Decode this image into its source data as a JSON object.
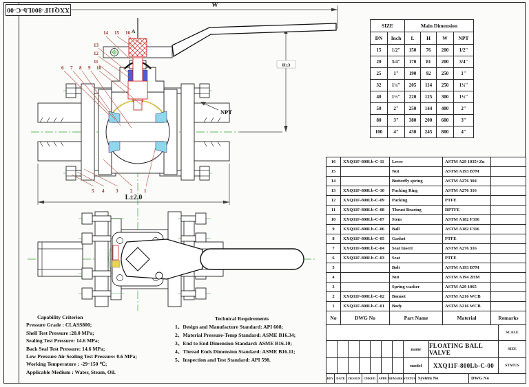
{
  "corner_stamp": "XXQ11F-800Lb-C-00",
  "size_table": {
    "group_headers": [
      "SIZE",
      "Main Dimension"
    ],
    "columns": [
      "DN",
      "Inch",
      "L",
      "H",
      "W",
      "NPT"
    ],
    "rows": [
      [
        "15",
        "1/2\"",
        "150",
        "76",
        "200",
        "1/2\""
      ],
      [
        "20",
        "3/4\"",
        "170",
        "81",
        "200",
        "3/4\""
      ],
      [
        "25",
        "1\"",
        "190",
        "92",
        "250",
        "1\""
      ],
      [
        "32",
        "1¼\"",
        "205",
        "114",
        "250",
        "1¼\""
      ],
      [
        "40",
        "1½\"",
        "220",
        "125",
        "300",
        "1½\""
      ],
      [
        "50",
        "2\"",
        "250",
        "144",
        "400",
        "2\""
      ],
      [
        "80",
        "3\"",
        "380",
        "200",
        "600",
        "3\""
      ],
      [
        "100",
        "4\"",
        "430",
        "245",
        "800",
        "4\""
      ]
    ]
  },
  "parts_table": {
    "columns": [
      "No",
      "DWG No",
      "Part Name",
      "Material",
      "Remarks"
    ],
    "rows": [
      [
        "16",
        "XXQ11F-800Lb-C-11",
        "Lever",
        "ASTM A29 1035+Zn",
        ""
      ],
      [
        "15",
        "",
        "Nut",
        "ASTM A193 B7M",
        ""
      ],
      [
        "14",
        "",
        "Butterfly spring",
        "ASTM A276 304",
        ""
      ],
      [
        "13",
        "XXQ11F-800Lb-C-10",
        "Packing Ring",
        "ASTM A276 316",
        ""
      ],
      [
        "12",
        "XXQ11F-800Lb-C-09",
        "Packing",
        "PTFE",
        ""
      ],
      [
        "11",
        "XXQ11F-800Lb-C-08",
        "Thrust Bearing",
        "RPTFE",
        ""
      ],
      [
        "10",
        "XXQ11F-800Lb-C-07",
        "Stem",
        "ASTM A182 F316",
        ""
      ],
      [
        "9",
        "XXQ11F-800Lb-C-06",
        "Ball",
        "ASTM A182 F316",
        ""
      ],
      [
        "8",
        "XXQ11F-800Lb-C-05",
        "Gasket",
        "PTFE",
        ""
      ],
      [
        "7",
        "XXQ11F-800Lb-C-04",
        "Seat Insert",
        "ASTM A276 316",
        ""
      ],
      [
        "6",
        "XXQ11F-800Lb-C-03",
        "Seat",
        "PTFE",
        ""
      ],
      [
        "5",
        "",
        "Bolt",
        "ASTM A193 B7M",
        ""
      ],
      [
        "4",
        "",
        "Nut",
        "ASTM A194 2HM",
        ""
      ],
      [
        "3",
        "",
        "Spring washer",
        "ASTM A29 1065",
        ""
      ],
      [
        "2",
        "XXQ11F-800Lb-C-02",
        "Bonnet",
        "ASTM A216 WCB",
        ""
      ],
      [
        "1",
        "XXQ11F-800Lb-C-01",
        "Body",
        "ASTM A216 WCB",
        ""
      ]
    ]
  },
  "title_block": {
    "scale_label": "SCALE",
    "size_label": "SIZE",
    "status_label": "STATUS",
    "name_label": "name",
    "name_value": "FLOATING BALL VALVE",
    "model_label": "model",
    "model_value": "XXQ11F-800Lb-C-00",
    "rev": "REV",
    "date": "DATE",
    "design": "DESIGN",
    "chked": "CHKED",
    "appr": "APPR",
    "remark": "REMARK",
    "status2": "STATUS",
    "system_no": "System No",
    "dwg_no_label": "DWG No"
  },
  "capability": {
    "title": "Capability Criterion",
    "lines": [
      "Pressure Grade :   CLASS800;",
      "Shell Test Pressure :20.0 MPa;",
      "Sealing Test Pressure:  14.6 MPa;",
      "Back Seal Test Pressure:  14.6 MPa;",
      "Low Pressure Air Sealing Test Pressure:  0.6 MPa;",
      "Working Temperature :   -29~150 ℃;",
      "Applicable Medium : Water, Steam, Oil."
    ]
  },
  "technical": {
    "title": "Technical Requirements",
    "lines": [
      "1、Design and Manufacture Standard: API 608;",
      "2、Material Pressure-Temp Standard: ASME B16.34;",
      "3、End to End Dimension Standard: ASME B16.10;",
      "4、Thread Ends Dimension Standard: ASME B16.11;",
      "5、Inspection and Test Standard: API 598."
    ]
  },
  "drawing": {
    "dim_width": "W",
    "dim_length": "L±2.0",
    "dim_height": "H±3",
    "thread_label": "NPT",
    "section_mark": "A",
    "callouts_top": [
      "14",
      "15",
      "16"
    ],
    "callouts_left": [
      "13",
      "12",
      "11"
    ],
    "callouts_diag": [
      "6",
      "7",
      "8",
      "9",
      "10"
    ],
    "callouts_bottom": [
      "5",
      "4",
      "3",
      "2",
      "1"
    ]
  },
  "colors": {
    "centerline_green": "#2fa32f",
    "leader_red": "#b45a4a",
    "stem_red": "#cc2222",
    "packing_blue": "#4a5fd4",
    "seat_cyan": "#8fd8ec",
    "ball_yellow": "#dcc83e"
  }
}
